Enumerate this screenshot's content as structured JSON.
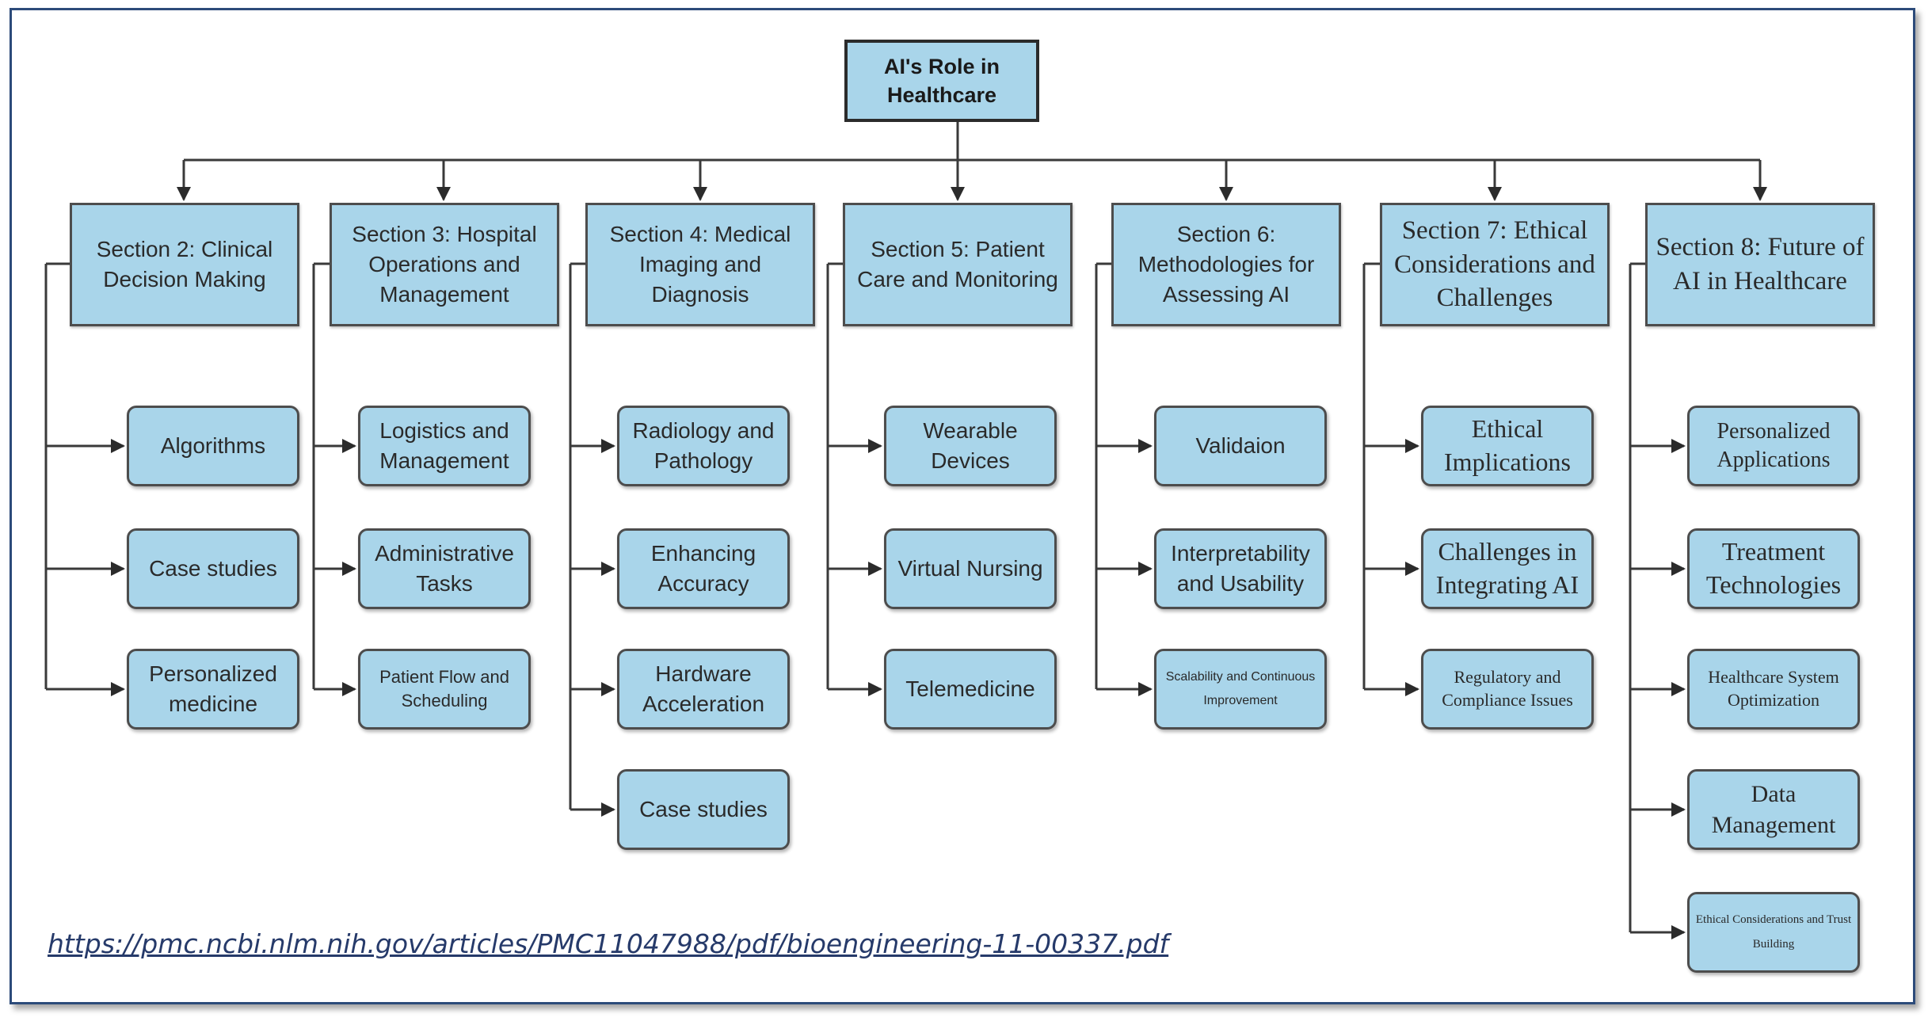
{
  "root": {
    "title": "AI's Role in Healthcare"
  },
  "sections": [
    {
      "title": "Section 2: Clinical Decision Making",
      "items": [
        "Algorithms",
        "Case studies",
        "Personalized medicine"
      ]
    },
    {
      "title": "Section 3: Hospital Operations and Management",
      "items": [
        "Logistics and Management",
        "Administrative Tasks",
        "Patient Flow and Scheduling"
      ]
    },
    {
      "title": "Section 4: Medical Imaging and Diagnosis",
      "items": [
        "Radiology and Pathology",
        "Enhancing Accuracy",
        "Hardware Acceleration",
        "Case studies"
      ]
    },
    {
      "title": "Section 5: Patient Care and Monitoring",
      "items": [
        "Wearable Devices",
        "Virtual Nursing",
        "Telemedicine"
      ]
    },
    {
      "title": "Section 6: Methodologies for Assessing AI",
      "items": [
        "Validaion",
        "Interpretability and Usability",
        "Scalability and Continuous Improvement"
      ]
    },
    {
      "title": "Section 7: Ethical Considerations and Challenges",
      "items": [
        "Ethical Implications",
        "Challenges in Integrating AI",
        "Regulatory and Compliance Issues"
      ]
    },
    {
      "title": "Section 8: Future of AI in Healthcare",
      "items": [
        "Personalized Applications",
        "Treatment Technologies",
        "Healthcare System Optimization",
        "Data Management",
        "Ethical Considerations and Trust Building"
      ]
    }
  ],
  "source_url": "https://pmc.ncbi.nlm.nih.gov/articles/PMC11047988/pdf/bioengineering-11-00337.pdf",
  "colors": {
    "box_fill": "#a9d5ea",
    "line": "#3a3a3a",
    "frame_border": "#2c4b7a",
    "link": "#263a6a"
  }
}
